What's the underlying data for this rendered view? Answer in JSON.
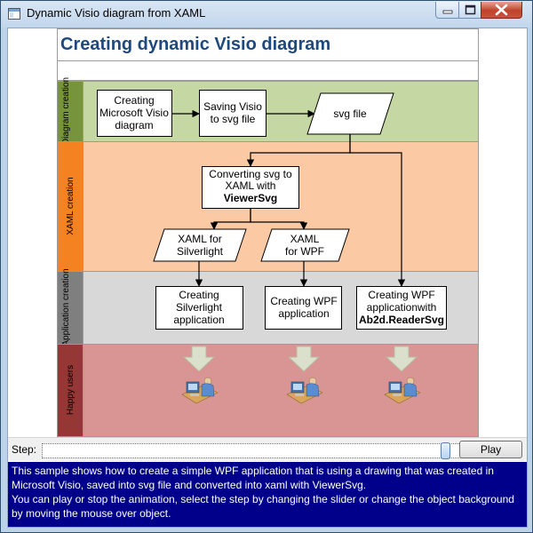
{
  "window": {
    "title": "Dynamic Visio diagram from XAML",
    "minimize_icon": "minimize-icon",
    "maximize_icon": "maximize-icon",
    "close_icon": "close-icon"
  },
  "diagram": {
    "title": "Creating dynamic Visio diagram",
    "lanes": [
      {
        "label": "Diagram creation",
        "color": "#c5d8a4",
        "header_color": "#77933c"
      },
      {
        "label": "XAML creation",
        "color": "#fbcaa5",
        "header_color": "#f58220"
      },
      {
        "label": "Application creation",
        "color": "#d8d8d8",
        "header_color": "#7f7f7f"
      },
      {
        "label": "Happy users",
        "color": "#d99594",
        "header_color": "#953735"
      }
    ],
    "box_creating_visio": [
      "Creating",
      "Microsoft Visio",
      "diagram"
    ],
    "box_saving_visio": [
      "Saving Visio",
      "to svg file"
    ],
    "box_svg_file": "svg file",
    "box_converting": [
      "Converting svg to",
      "XAML with"
    ],
    "box_converting_bold": "ViewerSvg",
    "box_xaml_silverlight": [
      "XAML for",
      "Silverlight"
    ],
    "box_xaml_wpf": [
      "XAML",
      "for WPF"
    ],
    "box_silverlight_app": [
      "Creating",
      "Silverlight",
      "application"
    ],
    "box_wpf_app": [
      "Creating WPF",
      "application"
    ],
    "box_wpf_reader": [
      "Creating WPF",
      "applicationwith"
    ],
    "box_wpf_reader_bold": "Ab2d.ReaderSvg",
    "user_icon": "user-at-computer-icon",
    "title_color": "#1f497d"
  },
  "controls": {
    "step_label": "Step:",
    "slider_value": 0.97,
    "play_label": "Play"
  },
  "description": {
    "lines": [
      "This sample shows how to create a simple WPF application that is using a drawing that was created in",
      "Microsoft Visio, saved into svg file and converted into xaml with ViewerSvg.",
      "You can play or stop the animation, select the step by changing the slider or change the object background",
      "by moving the mouse over object."
    ],
    "background": "#00008b"
  }
}
